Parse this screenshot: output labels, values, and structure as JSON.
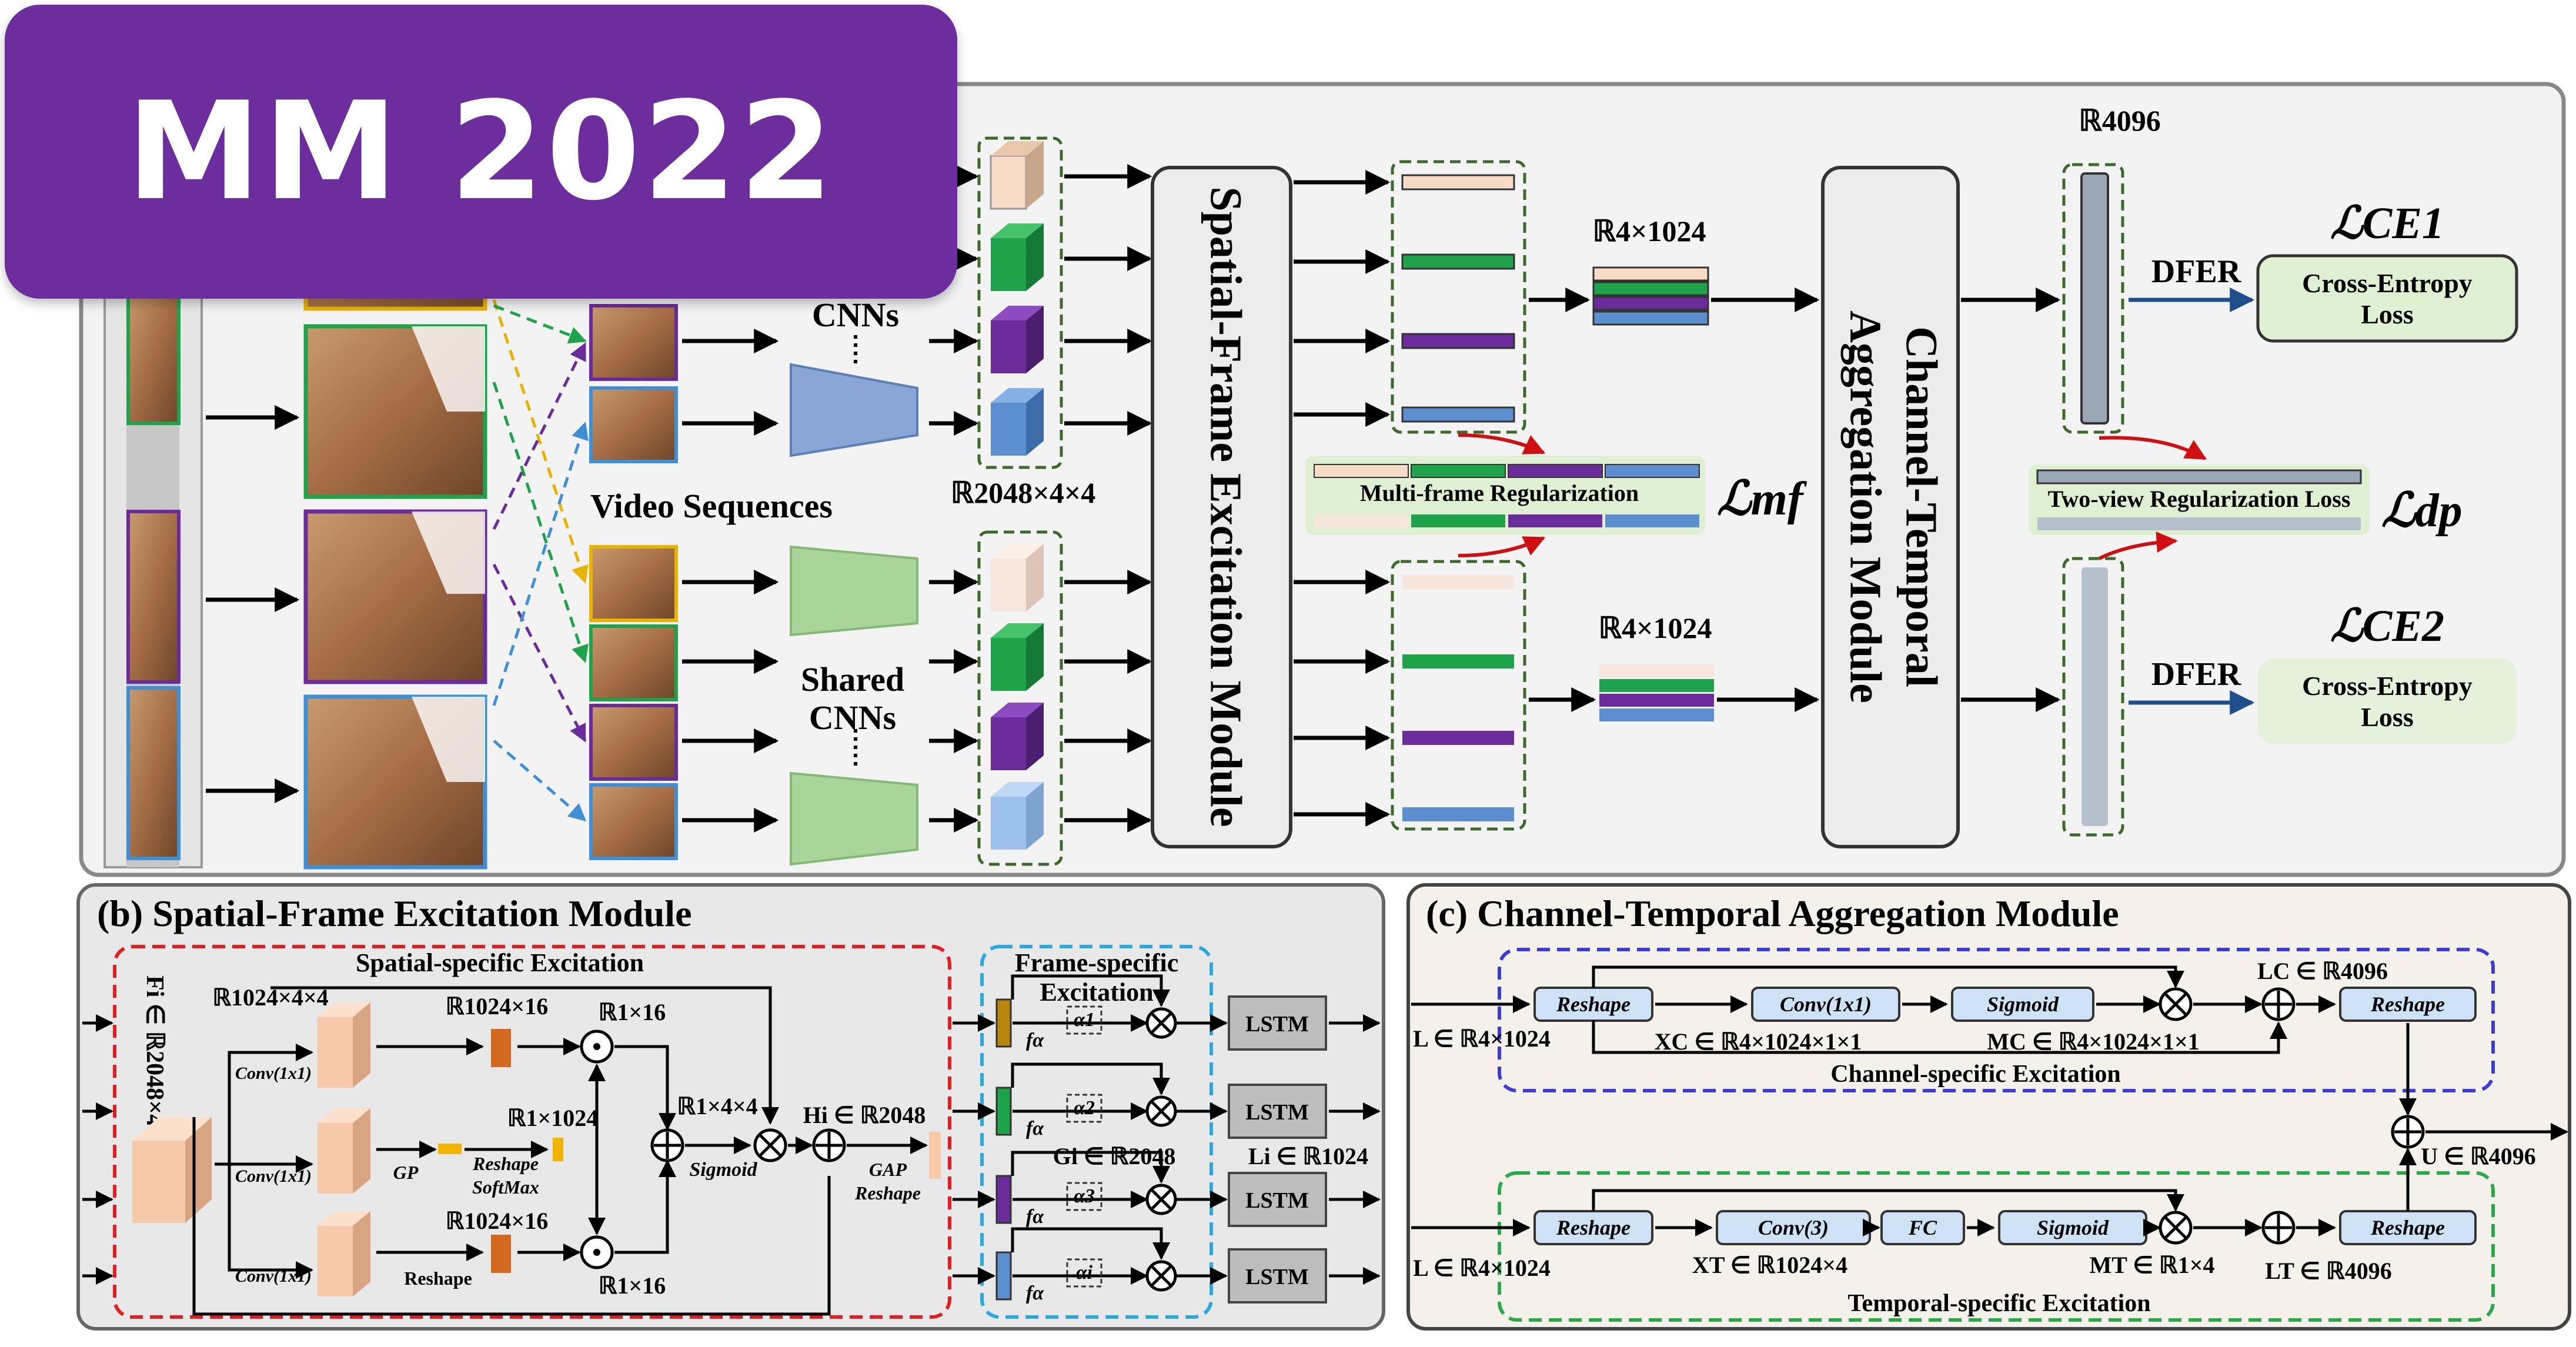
{
  "badge": {
    "text": "MM 2022"
  },
  "top": {
    "video_sequences": "Video Sequences",
    "cnns": "CNNs",
    "shared_cnns_1": "Shared",
    "shared_cnns_2": "CNNs",
    "feat_dim": "ℝ2048×4×4",
    "sfe_module": "Spatial-Frame Excitation Module",
    "r4x1024_a": "ℝ4×1024",
    "r4x1024_b": "ℝ4×1024",
    "multi_frame_reg": "Multi-frame Regularization",
    "loss_mf": "ℒmf",
    "cta_line1": "Channel-Temporal",
    "cta_line2": "Aggregation Module",
    "r4096": "ℝ4096",
    "dfer_1": "DFER",
    "dfer_2": "DFER",
    "ce_loss_1a": "Cross-Entropy",
    "ce_loss_1b": "Loss",
    "ce_loss_2a": "Cross-Entropy",
    "ce_loss_2b": "Loss",
    "loss_ce1": "ℒCE1",
    "loss_ce2": "ℒCE2",
    "two_view_reg": "Two-view Regularization Loss",
    "loss_dp": "ℒdp"
  },
  "panel_b": {
    "title": "(b) Spatial-Frame Excitation Module",
    "spatial_title": "Spatial-specific Excitation",
    "frame_title_1": "Frame-specific",
    "frame_title_2": "Excitation",
    "fi_label": "Fi ∈ ℝ2048×4×4",
    "r1024x4x4": "ℝ1024×4×4",
    "r1024x16_a": "ℝ1024×16",
    "r1024x16_b": "ℝ1024×16",
    "r1x16_a": "ℝ1×16",
    "r1x16_b": "ℝ1×16",
    "r1x1024": "ℝ1×1024",
    "r1x4x4": "ℝ1×4×4",
    "conv_1": "Conv(1x1)",
    "conv_2": "Conv(1x1)",
    "conv_3": "Conv(1x1)",
    "gp": "GP",
    "reshape_softmax_1": "Reshape",
    "reshape_softmax_2": "SoftMax",
    "reshape": "Reshape",
    "sigmoid": "Sigmoid",
    "hi": "Hi ∈ ℝ2048",
    "gap_1": "GAP",
    "gap_2": "Reshape",
    "gi": "Gi ∈ ℝ2048",
    "li": "Li ∈ ℝ1024",
    "f_alpha": "fα",
    "lstm": "LSTM",
    "alphas": [
      "α1",
      "α2",
      "α3",
      "αi"
    ]
  },
  "panel_c": {
    "title": "(c) Channel-Temporal Aggregation Module",
    "reshape": "Reshape",
    "conv1x1": "Conv(1x1)",
    "sigmoid": "Sigmoid",
    "conv3": "Conv(3)",
    "fc": "FC",
    "l_top": "L ∈ ℝ4×1024",
    "l_bottom": "L ∈ ℝ4×1024",
    "xc": "XC ∈ ℝ4×1024×1×1",
    "mc": "MC ∈ ℝ4×1024×1×1",
    "lc": "LC ∈ ℝ4096",
    "xt": "XT ∈ ℝ1024×4",
    "mt": "MT ∈ ℝ1×4",
    "lt": "LT ∈ ℝ4096",
    "u": "U ∈ ℝ4096",
    "channel_exc": "Channel-specific Excitation",
    "temporal_exc": "Temporal-specific Excitation"
  },
  "colors": {
    "purple_badge": "#6b2e9c",
    "feat_peach": "#f6dcc6",
    "feat_green": "#1fa34a",
    "feat_purple": "#6a2c9a",
    "feat_blue": "#5b8fcf",
    "cnn_blue": "#8aa6d6",
    "cnn_green": "#a9d59b",
    "panel_bg": "#f1f1f1",
    "red_dash": "#e02020",
    "blue_dash": "#2aa8e0",
    "navy_dash": "#3c3cd8",
    "green_dash": "#2aa84a"
  }
}
